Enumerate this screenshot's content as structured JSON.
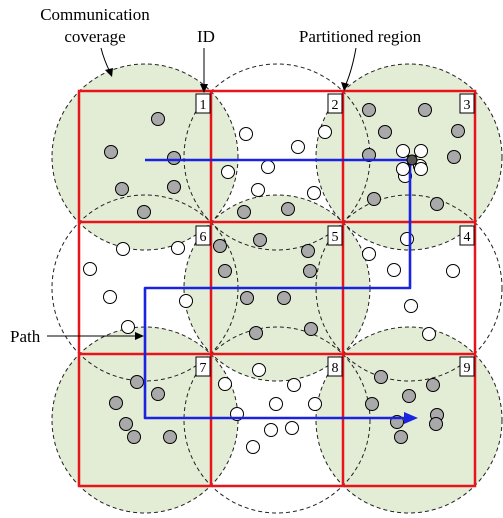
{
  "annotations": {
    "coverage_line1": "Communication",
    "coverage_line2": "coverage",
    "id": "ID",
    "region": "Partitioned region",
    "path": "Path"
  },
  "regions": [
    {
      "id": "1",
      "coverage_highlighted": true
    },
    {
      "id": "2",
      "coverage_highlighted": false
    },
    {
      "id": "3",
      "coverage_highlighted": true
    },
    {
      "id": "4",
      "coverage_highlighted": false
    },
    {
      "id": "5",
      "coverage_highlighted": true
    },
    {
      "id": "6",
      "coverage_highlighted": false
    },
    {
      "id": "7",
      "coverage_highlighted": true
    },
    {
      "id": "8",
      "coverage_highlighted": false
    },
    {
      "id": "9",
      "coverage_highlighted": true
    }
  ],
  "colors": {
    "grid": "#e8141b",
    "path": "#1a24e0",
    "coverage_fill": "#e3ecd5",
    "node_covered": "#a9a9a9",
    "node_uncovered": "#ffffff"
  },
  "icons": {
    "mobile_collector": "quadcopter-drone-icon"
  }
}
